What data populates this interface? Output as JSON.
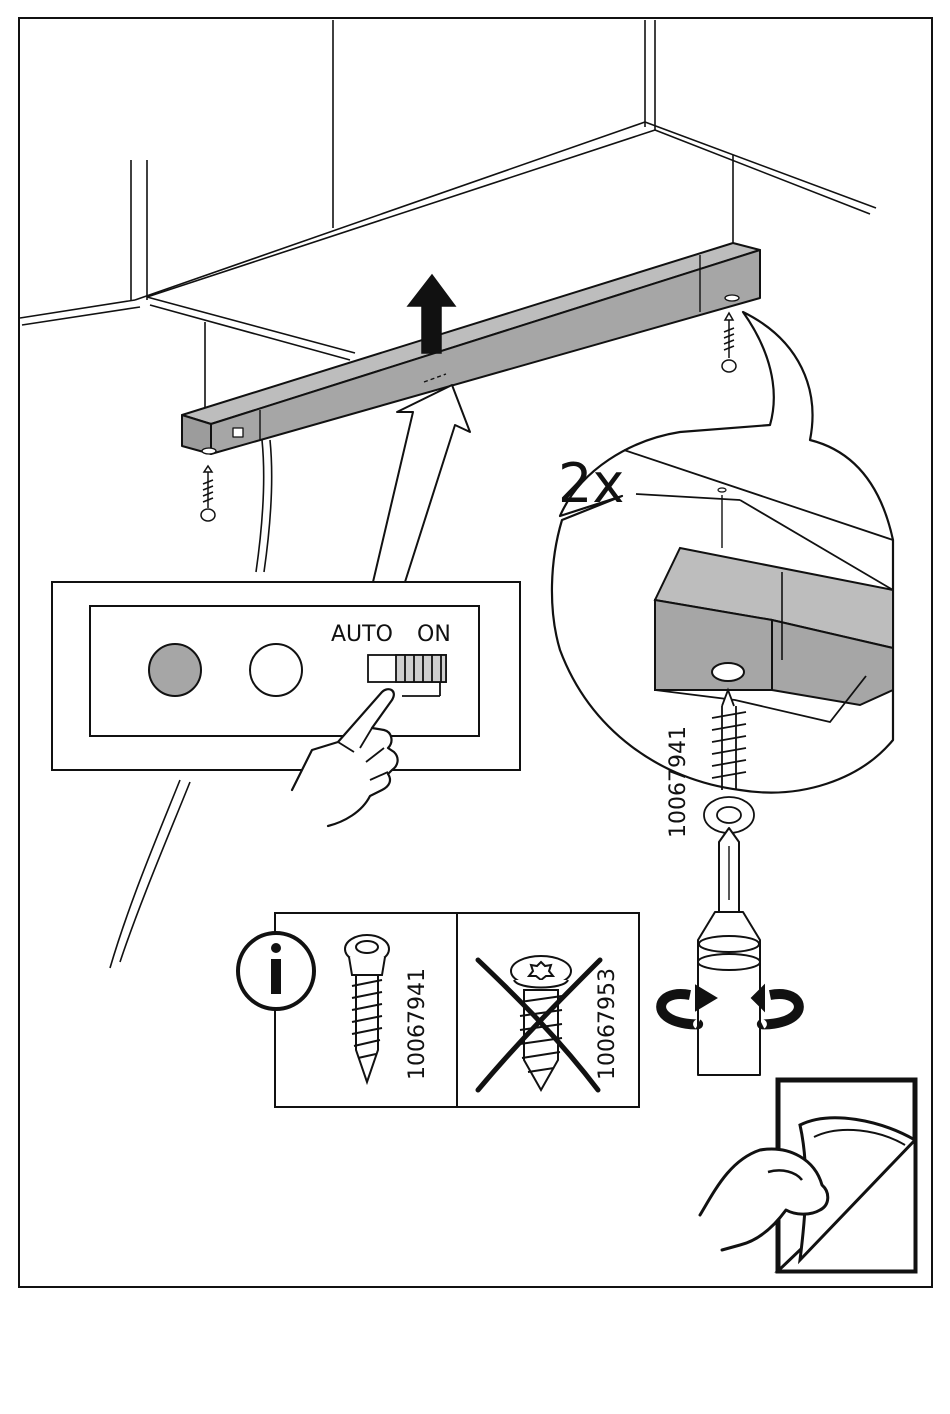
{
  "colors": {
    "line": "#111111",
    "rail_fill": "#a6a6a6",
    "button_fill": "#a6a6a6",
    "background": "#ffffff"
  },
  "callout": {
    "quantity": "2x",
    "screw_code": "10067941"
  },
  "switch_panel": {
    "label_auto": "AUTO",
    "label_on": "ON"
  },
  "info_box": {
    "icon": "info-icon",
    "allowed_screw_code": "10067941",
    "forbidden_screw_code": "10067953"
  },
  "icons": {
    "arrow": "up-arrow-icon",
    "hand": "pointing-hand-icon",
    "page_turn": "page-turn-icon"
  }
}
